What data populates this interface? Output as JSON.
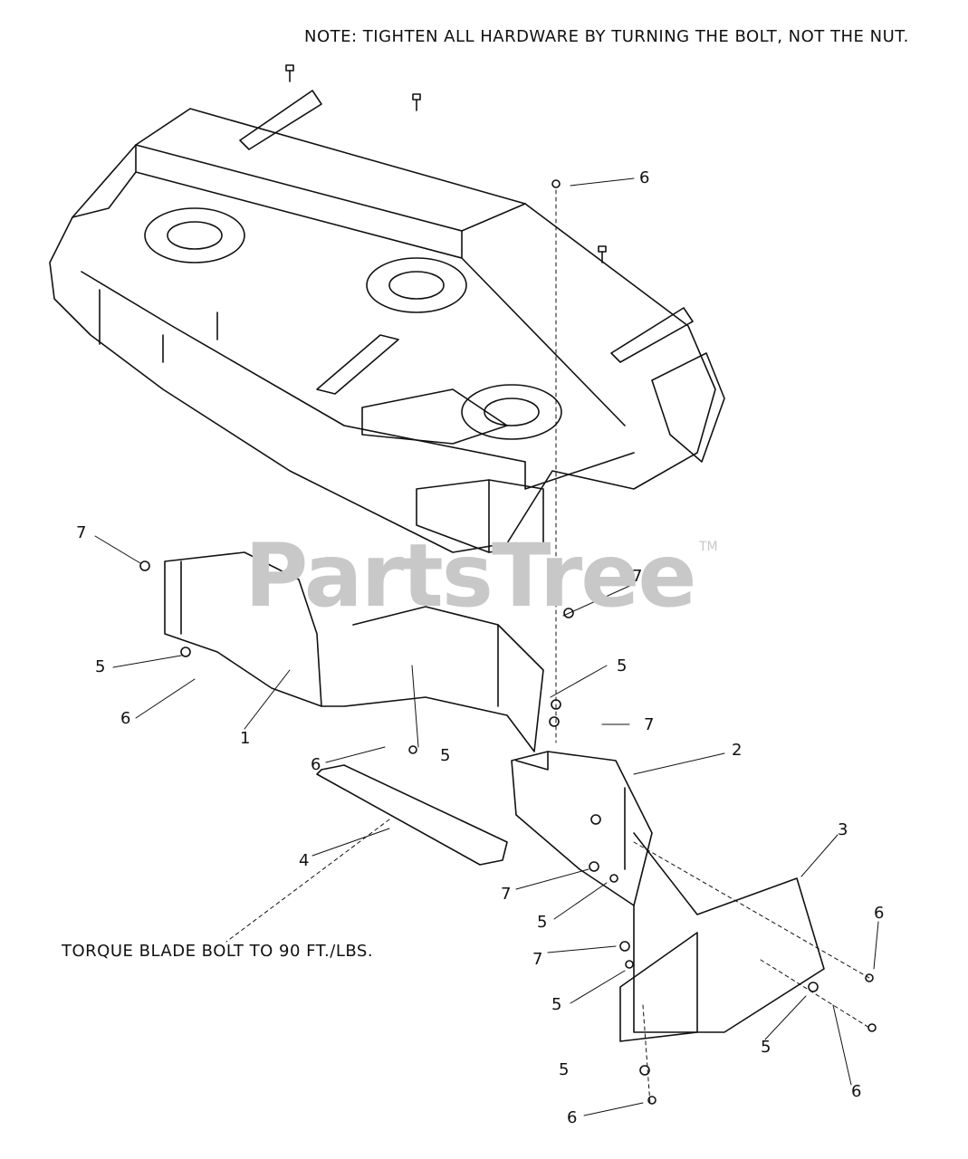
{
  "notes": {
    "top": "NOTE: TIGHTEN ALL HARDWARE BY TURNING THE BOLT, NOT THE NUT.",
    "torque": "TORQUE BLADE BOLT TO 90 FT./LBS."
  },
  "watermark": {
    "text": "PartsTree",
    "tm": "TM"
  },
  "callouts": [
    "6",
    "7",
    "5",
    "6",
    "1",
    "6",
    "5",
    "7",
    "5",
    "7",
    "2",
    "4",
    "3",
    "7",
    "5",
    "6",
    "7",
    "5",
    "5",
    "5",
    "6",
    "6"
  ]
}
